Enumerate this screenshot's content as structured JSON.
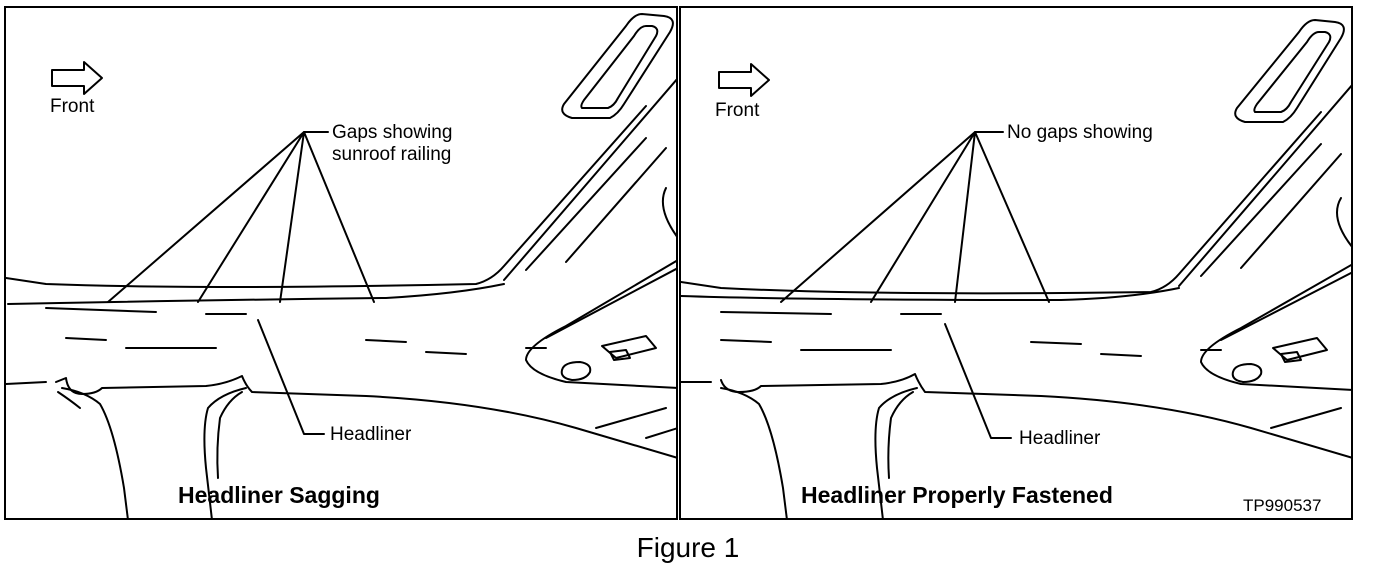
{
  "figure_caption": "Figure 1",
  "panels": [
    {
      "direction_label": "Front",
      "gap_label_line1": "Gaps showing",
      "gap_label_line2": "sunroof railing",
      "part_label": "Headliner",
      "title": "Headliner Sagging"
    },
    {
      "direction_label": "Front",
      "gap_label_line1": "No gaps showing",
      "part_label": "Headliner",
      "title": "Headliner Properly Fastened",
      "code": "TP990537"
    }
  ],
  "icons": {
    "direction": "arrow-right-outline-icon"
  }
}
